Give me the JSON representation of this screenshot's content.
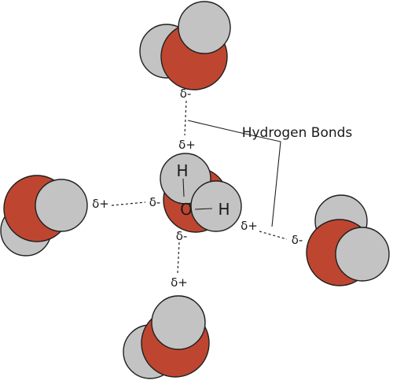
{
  "title": "Hydrogen Bonds",
  "partial_negative": "δ-",
  "partial_positive": "δ+",
  "atoms": {
    "hydrogen": "H",
    "oxygen": "O"
  },
  "colors": {
    "oxygen": "#be4630",
    "hydrogen": "#c3c3c3",
    "outline": "#1f1f1f"
  }
}
